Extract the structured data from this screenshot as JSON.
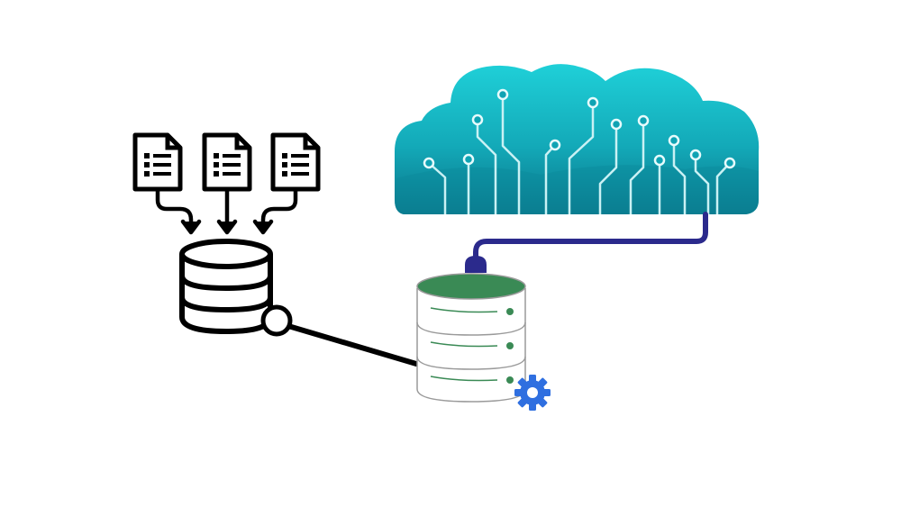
{
  "diagram": {
    "documents": [
      {
        "name": "document-icon-1"
      },
      {
        "name": "document-icon-2"
      },
      {
        "name": "document-icon-3"
      }
    ],
    "cloud": {
      "icon": "circuit-cloud-icon",
      "color_top": "#1ec9d2",
      "color_bottom": "#0a7f93",
      "trace_color": "#c9f1f4"
    },
    "local_database": {
      "icon": "database-icon",
      "color": "#000000"
    },
    "server_database": {
      "icon": "server-database-icon",
      "top_color": "#3a8a55",
      "led_color": "#3a8a55"
    },
    "gear": {
      "icon": "gear-icon",
      "color": "#2f6fe0"
    },
    "cable_color": "#2b2a8c"
  }
}
